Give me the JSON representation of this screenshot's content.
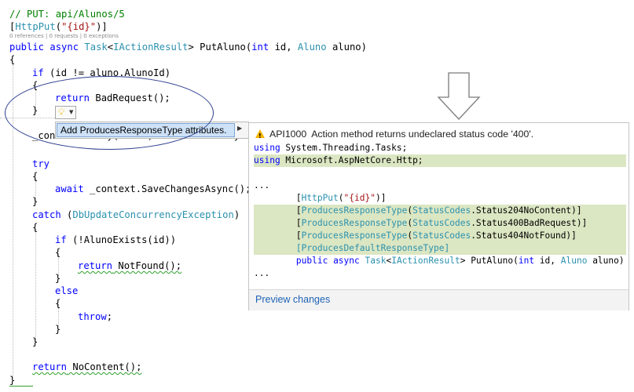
{
  "editor": {
    "codelens": "0 references | 0 requests | 0 exceptions",
    "lines": [
      "// PUT: api/Alunos/5",
      "[HttpPut(\"{id}\")]",
      "public async Task<IActionResult> PutAluno(int id, Aluno aluno)",
      "{",
      "if (id != aluno.AlunoId)",
      "{",
      "return BadRequest();",
      "}",
      "_context.Entry(aluno).State = EntityState.Modified;",
      "try",
      "{",
      "await _context.SaveChangesAsync();",
      "}",
      "catch (DbUpdateConcurrencyException)",
      "{",
      "if (!AlunoExists(id))",
      "{",
      "return NotFound();",
      "}",
      "else",
      "{",
      "throw;",
      "}",
      "}",
      "return NoContent();",
      "}"
    ]
  },
  "quick_action": {
    "bulb_icon": "lightbulb-icon",
    "menu_item": "Add ProducesResponseType attributes.",
    "submenu_icon": "chevron-right-icon"
  },
  "preview": {
    "warning_icon": "warning-icon",
    "diagnostic_id": "API1000",
    "diagnostic_message": "Action method returns undeclared status code '400'.",
    "code": [
      {
        "text": "using System.Threading.Tasks;",
        "added": false
      },
      {
        "text": "using Microsoft.AspNetCore.Http;",
        "added": true
      },
      {
        "text": "",
        "added": false
      },
      {
        "text": "...",
        "added": false
      },
      {
        "text": "        [HttpPut(\"{id}\")]",
        "added": false
      },
      {
        "text": "        [ProducesResponseType(StatusCodes.Status204NoContent)]",
        "added": true
      },
      {
        "text": "        [ProducesResponseType(StatusCodes.Status400BadRequest)]",
        "added": true
      },
      {
        "text": "        [ProducesResponseType(StatusCodes.Status404NotFound)]",
        "added": true
      },
      {
        "text": "        [ProducesDefaultResponseType]",
        "added": true
      },
      {
        "text": "        public async Task<IActionResult> PutAluno(int id, Aluno aluno)",
        "added": false
      },
      {
        "text": "...",
        "added": false
      }
    ],
    "footer_link": "Preview changes"
  },
  "colors": {
    "keyword": "#0000ff",
    "type": "#2b91af",
    "string": "#a31515",
    "comment": "#008000",
    "added_line": "#dbe6c2",
    "annotation": "#2d3e8f"
  }
}
